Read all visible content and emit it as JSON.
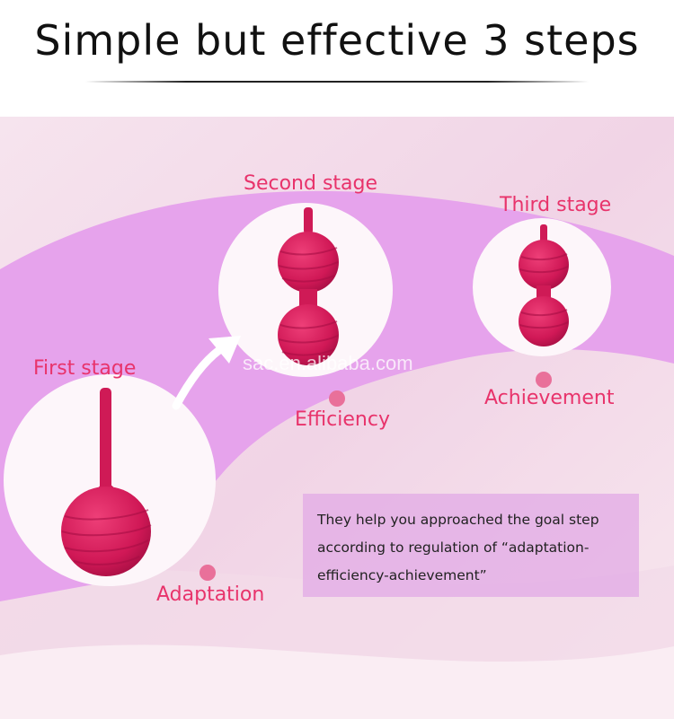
{
  "header": {
    "title": "Simple but effective 3 steps"
  },
  "stages": [
    {
      "name": "First stage",
      "outcome": "Adaptation"
    },
    {
      "name": "Second stage",
      "outcome": "Efficiency"
    },
    {
      "name": "Third stage",
      "outcome": "Achievement"
    }
  ],
  "watermark": "sac.en.alibaba.com",
  "description": {
    "line1": "They help you approached the goal step",
    "line2": "according to regulation of “adaptation-",
    "line3": "efficiency-achievement”"
  },
  "colors": {
    "accent": "#e8336b",
    "ball": "#d81b5a",
    "band": "#e6a3ec",
    "dot": "#e9709a"
  }
}
